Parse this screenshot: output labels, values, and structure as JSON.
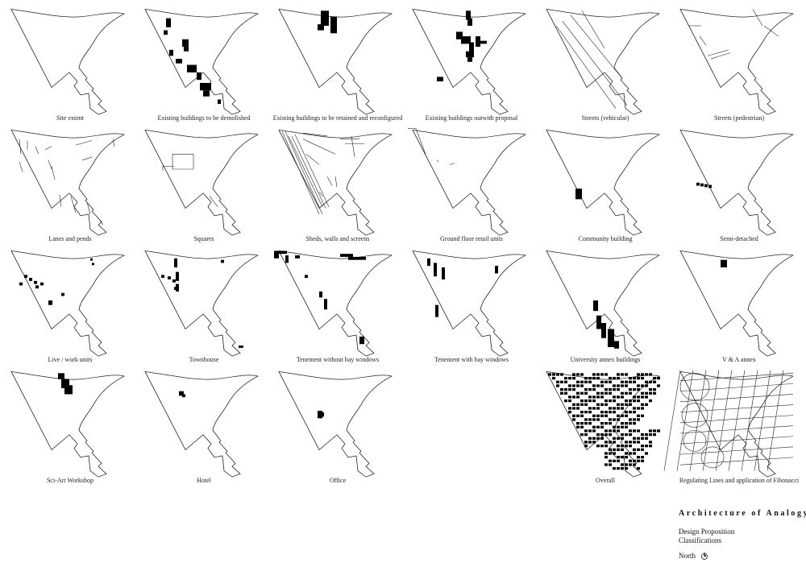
{
  "panels": [
    {
      "id": "site-extent",
      "caption": "Site extent",
      "blocks": [],
      "lines": []
    },
    {
      "id": "demolished",
      "caption": "Existing buildings to be demolished",
      "blocks": [
        [
          36,
          20,
          6,
          12
        ],
        [
          33,
          36,
          5,
          6
        ],
        [
          56,
          48,
          8,
          10
        ],
        [
          58,
          58,
          6,
          6
        ],
        [
          40,
          62,
          5,
          8
        ],
        [
          48,
          74,
          8,
          6
        ],
        [
          62,
          82,
          12,
          10
        ],
        [
          74,
          92,
          6,
          10
        ],
        [
          78,
          106,
          14,
          10
        ],
        [
          82,
          116,
          8,
          8
        ],
        [
          100,
          128,
          4,
          6
        ]
      ],
      "lines": []
    },
    {
      "id": "retained",
      "caption": "Existing buildings to be retained and reconfigured",
      "blocks": [
        [
          62,
          10,
          10,
          20
        ],
        [
          74,
          18,
          8,
          22
        ],
        [
          58,
          28,
          8,
          8
        ]
      ],
      "lines": []
    },
    {
      "id": "outwith",
      "caption": "Existing buildings outwith proposal",
      "blocks": [
        [
          76,
          10,
          6,
          12
        ],
        [
          78,
          20,
          6,
          10
        ],
        [
          64,
          38,
          8,
          10
        ],
        [
          70,
          44,
          12,
          10
        ],
        [
          80,
          52,
          6,
          14
        ],
        [
          88,
          44,
          6,
          14
        ],
        [
          92,
          50,
          10,
          4
        ],
        [
          76,
          64,
          10,
          8
        ],
        [
          78,
          72,
          6,
          6
        ],
        [
          40,
          98,
          8,
          6
        ]
      ],
      "lines": []
    },
    {
      "id": "streets-vehicular",
      "caption": "Streets (vehicular)",
      "blocks": [],
      "lines": [
        [
          22,
          30,
          96,
          140
        ],
        [
          30,
          24,
          110,
          136
        ],
        [
          40,
          16,
          104,
          100
        ],
        [
          54,
          10,
          82,
          60
        ]
      ]
    },
    {
      "id": "streets-pedestrian",
      "caption": "Streets (pedestrian)",
      "blocks": [],
      "lines": [
        [
          20,
          30,
          36,
          30
        ],
        [
          44,
          70,
          70,
          62
        ],
        [
          48,
          74,
          72,
          66
        ],
        [
          100,
          8,
          112,
          30
        ],
        [
          114,
          30,
          132,
          44
        ],
        [
          34,
          44,
          42,
          56
        ]
      ]
    },
    {
      "id": "lanes-pends",
      "caption": "Lanes and pends",
      "blocks": [],
      "lines": [
        [
          20,
          20,
          22,
          40
        ],
        [
          30,
          22,
          30,
          34
        ],
        [
          40,
          30,
          44,
          40
        ],
        [
          52,
          34,
          60,
          30
        ],
        [
          20,
          50,
          24,
          64
        ],
        [
          56,
          48,
          60,
          60
        ],
        [
          90,
          28,
          110,
          22
        ],
        [
          98,
          48,
          110,
          44
        ],
        [
          60,
          56,
          64,
          74
        ],
        [
          70,
          94,
          72,
          110
        ],
        [
          84,
          96,
          90,
          118
        ],
        [
          104,
          104,
          108,
          120
        ],
        [
          120,
          128,
          124,
          134
        ],
        [
          136,
          20,
          138,
          30
        ]
      ]
    },
    {
      "id": "squares",
      "caption": "Squares",
      "blocks": [],
      "lines": [
        [
          44,
          40,
          70,
          40
        ],
        [
          70,
          40,
          70,
          60
        ],
        [
          70,
          60,
          44,
          60
        ],
        [
          44,
          60,
          44,
          40
        ],
        [
          32,
          56,
          46,
          56
        ],
        [
          32,
          56,
          32,
          62
        ],
        [
          90,
          96,
          100,
          110
        ]
      ]
    },
    {
      "id": "sheds-walls-screens",
      "caption": "Sheds, walls and screens",
      "blocks": [],
      "lines": [
        [
          14,
          10,
          60,
          120
        ],
        [
          18,
          10,
          64,
          120
        ],
        [
          22,
          16,
          64,
          110
        ],
        [
          26,
          16,
          68,
          112
        ],
        [
          30,
          14,
          72,
          110
        ],
        [
          40,
          20,
          80,
          40
        ],
        [
          44,
          40,
          60,
          54
        ],
        [
          86,
          20,
          110,
          20
        ],
        [
          92,
          26,
          116,
          26
        ],
        [
          100,
          16,
          104,
          44
        ],
        [
          40,
          12,
          70,
          16
        ],
        [
          70,
          70,
          76,
          82
        ],
        [
          60,
          90,
          64,
          96
        ],
        [
          80,
          70,
          82,
          84
        ]
      ]
    },
    {
      "id": "ground-floor-retail",
      "caption": "Ground floor retail units",
      "blocks": [],
      "lines": [
        [
          4,
          6,
          14,
          6
        ],
        [
          14,
          6,
          26,
          40
        ],
        [
          40,
          48,
          42,
          50
        ],
        [
          56,
          54,
          62,
          52
        ]
      ]
    },
    {
      "id": "community-building",
      "caption": "Community building",
      "blocks": [
        [
          46,
          86,
          8,
          14
        ]
      ],
      "lines": []
    },
    {
      "id": "semi-detached",
      "caption": "Semi-detached",
      "blocks": [
        [
          30,
          78,
          4,
          4
        ],
        [
          35,
          79,
          4,
          4
        ],
        [
          40,
          80,
          4,
          4
        ],
        [
          45,
          81,
          4,
          4
        ]
      ],
      "lines": []
    },
    {
      "id": "live-work",
      "caption": "Live / work units",
      "blocks": [
        [
          26,
          40,
          4,
          4
        ],
        [
          32,
          44,
          4,
          4
        ],
        [
          38,
          48,
          4,
          4
        ],
        [
          40,
          54,
          4,
          4
        ],
        [
          46,
          50,
          4,
          4
        ],
        [
          56,
          74,
          5,
          6
        ],
        [
          72,
          64,
          4,
          4
        ],
        [
          108,
          18,
          3,
          3
        ],
        [
          110,
          24,
          3,
          3
        ],
        [
          20,
          50,
          4,
          4
        ]
      ],
      "lines": []
    },
    {
      "id": "townhouse",
      "caption": "Townhouse",
      "blocks": [
        [
          30,
          40,
          4,
          4
        ],
        [
          38,
          42,
          4,
          4
        ],
        [
          44,
          46,
          4,
          4
        ],
        [
          46,
          56,
          4,
          4
        ],
        [
          46,
          18,
          4,
          12
        ],
        [
          48,
          36,
          4,
          12
        ],
        [
          48,
          52,
          4,
          10
        ],
        [
          104,
          20,
          4,
          4
        ],
        [
          126,
          134,
          6,
          3
        ]
      ],
      "lines": []
    },
    {
      "id": "tenement-no-bay",
      "caption": "Tenement without bay windows",
      "blocks": [
        [
          4,
          8,
          6,
          10
        ],
        [
          8,
          8,
          12,
          4
        ],
        [
          18,
          14,
          4,
          10
        ],
        [
          30,
          14,
          6,
          4
        ],
        [
          42,
          40,
          4,
          4
        ],
        [
          60,
          62,
          4,
          8
        ],
        [
          66,
          72,
          4,
          14
        ],
        [
          86,
          12,
          16,
          4
        ],
        [
          100,
          16,
          18,
          4
        ],
        [
          110,
          122,
          6,
          10
        ],
        [
          96,
          16,
          6,
          4
        ]
      ],
      "lines": []
    },
    {
      "id": "tenement-bay",
      "caption": "Tenement with bay windows",
      "blocks": [
        [
          28,
          18,
          4,
          10
        ],
        [
          36,
          24,
          4,
          18
        ],
        [
          46,
          30,
          4,
          16
        ],
        [
          38,
          80,
          4,
          16
        ],
        [
          112,
          28,
          4,
          10
        ]
      ],
      "lines": []
    },
    {
      "id": "university-annex",
      "caption": "University annex buildings",
      "blocks": [
        [
          68,
          74,
          6,
          14
        ],
        [
          72,
          94,
          6,
          18
        ],
        [
          78,
          104,
          6,
          20
        ],
        [
          86,
          112,
          8,
          24
        ],
        [
          94,
          128,
          6,
          10
        ]
      ],
      "lines": []
    },
    {
      "id": "va-annex",
      "caption": "V & A annex",
      "blocks": [
        [
          60,
          20,
          8,
          10
        ]
      ],
      "lines": []
    },
    {
      "id": "sci-art-workshop",
      "caption": "Sci-Art Workshop",
      "blocks": [
        [
          68,
          10,
          8,
          8
        ],
        [
          72,
          18,
          10,
          12
        ],
        [
          76,
          26,
          10,
          12
        ]
      ],
      "lines": []
    },
    {
      "id": "hotel",
      "caption": "Hotel",
      "blocks": [
        [
          52,
          34,
          6,
          6
        ],
        [
          56,
          38,
          4,
          4
        ]
      ],
      "lines": []
    },
    {
      "id": "office",
      "caption": "Office",
      "blocks": [
        [
          58,
          60,
          6,
          10
        ],
        [
          62,
          62,
          4,
          6
        ]
      ],
      "lines": []
    },
    {
      "id": "overall",
      "caption": "Overall",
      "type": "dense",
      "blocks": [],
      "lines": []
    },
    {
      "id": "regulating-lines",
      "caption": "Regulating Lines and application of Fibonacci",
      "type": "grid",
      "blocks": [],
      "lines": []
    }
  ],
  "title_block": {
    "title": "Architecture of Analogy",
    "line1": "Design Proposition",
    "line2": "Classifications",
    "north_label": "North",
    "north_icon": "north-arrow-icon"
  }
}
